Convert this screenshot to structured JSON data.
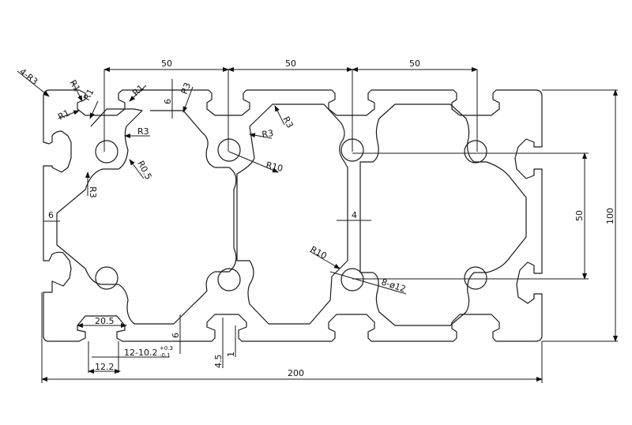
{
  "drawing": {
    "title": "Aluminum extrusion profile 100x200 cross-section",
    "line_color": "#1a1a1a",
    "background": "#ffffff"
  },
  "dimensions": {
    "pitch_1": "50",
    "pitch_2": "50",
    "pitch_3": "50",
    "overall_width": "200",
    "overall_height": "100",
    "slot_pitch_vertical": "50",
    "corner_radius": "4-R3",
    "r1_a": "R1",
    "r1_b": "R1",
    "r1_c": "R1",
    "r1_d": "R1",
    "r3_top_slot": "R3",
    "r3_pocket": "R3",
    "r3_center_a": "R3",
    "r3_center_b": "R3",
    "r3_side": "R3",
    "r05": "R0.5",
    "r10_top": "R10",
    "r10_bottom": "R10",
    "wall_6_top": "6",
    "wall_6_left": "6",
    "wall_6_bottom": "6",
    "web_4": "4",
    "holes": "8-ø12",
    "slot_head_width": "20.5",
    "slot_opening": "12.2",
    "slot_spec": "12-10.2",
    "slot_tol_upper": "+0.3",
    "slot_tol_lower": "-0.1",
    "lip_4_5": "4.5",
    "lip_1": "1"
  }
}
